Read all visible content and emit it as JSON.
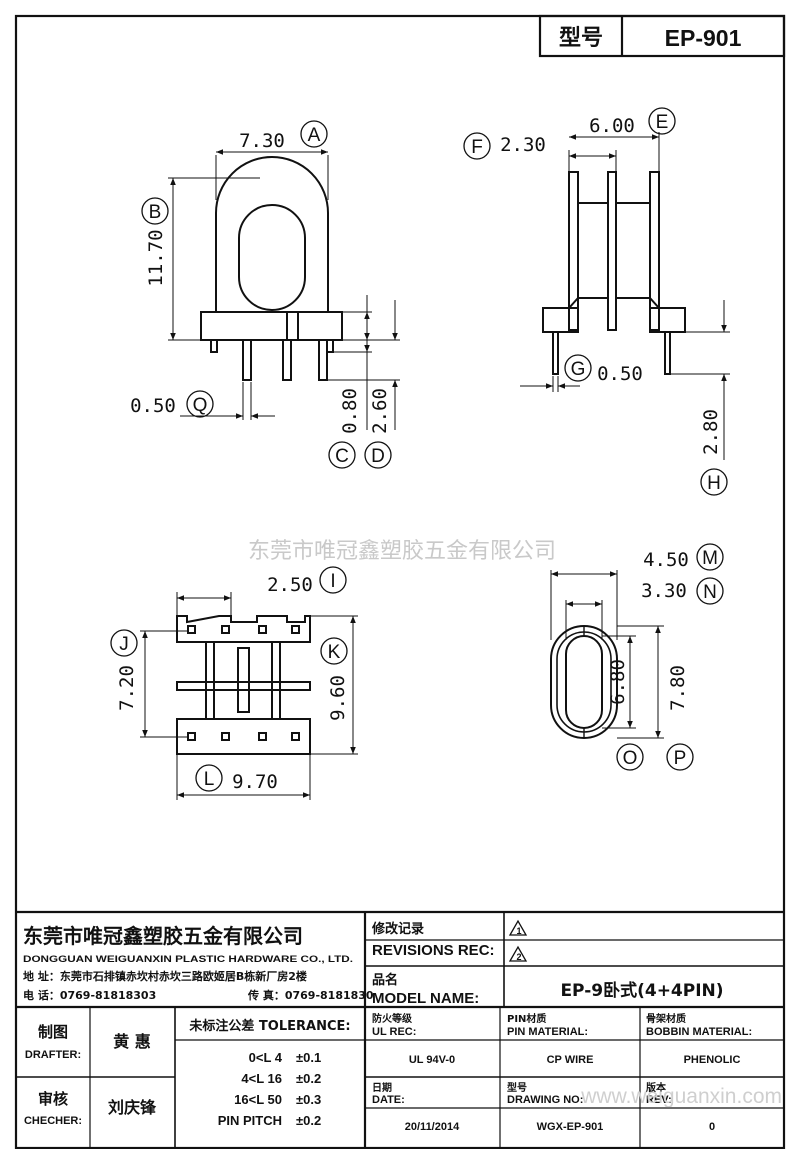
{
  "header": {
    "type_label": "型号",
    "type_value": "EP-901"
  },
  "dims": {
    "a": "7.30",
    "b": "11.70",
    "c": "0.80",
    "d": "2.60",
    "q": "0.50",
    "e": "6.00",
    "f": "2.30",
    "g": "0.50",
    "h": "2.80",
    "i": "2.50",
    "j": "7.20",
    "k": "9.60",
    "l": "9.70",
    "m": "4.50",
    "n": "3.30",
    "o": "6.80",
    "p": "7.80"
  },
  "bubbles": {
    "a": "A",
    "b": "B",
    "c": "C",
    "d": "D",
    "e": "E",
    "f": "F",
    "g": "G",
    "h": "H",
    "i": "I",
    "j": "J",
    "k": "K",
    "l": "L",
    "m": "M",
    "n": "N",
    "o": "O",
    "p": "P",
    "q": "Q"
  },
  "watermark": "东莞市唯冠鑫塑胶五金有限公司",
  "watermark_url": "www.weiguanxin.com",
  "title_block": {
    "company_cn": "东莞市唯冠鑫塑胶五金有限公司",
    "company_en": "DONGGUAN WEIGUANXIN PLASTIC HARDWARE CO., LTD.",
    "address": "地 址：东莞市石排镇赤坎村赤坎三路欧姬居B栋新厂房2楼",
    "phone": "电 话：0769-81818303",
    "fax": "传 真：0769-8181830",
    "rev_cn": "修改记录",
    "rev_en": "REVISIONS REC:",
    "rev1": "1",
    "rev2": "2",
    "model_cn": "品名",
    "model_en": "MODEL NAME:",
    "model_value": "EP-9卧式(4+4PIN)",
    "drafter_cn": "制图",
    "drafter_en": "DRAFTER:",
    "drafter_name": "黄  惠",
    "checker_cn": "审核",
    "checker_en": "CHECHER:",
    "checker_name": "刘庆锋",
    "tol_title": "未标注公差 TOLERANCE:",
    "tol_rows": [
      {
        "range": "0<L  4",
        "value": "±0.1"
      },
      {
        "range": "4<L  16",
        "value": "±0.2"
      },
      {
        "range": "16<L  50",
        "value": "±0.3"
      },
      {
        "range": "PIN PITCH",
        "value": "±0.2"
      }
    ],
    "ul_cn": "防火等级",
    "ul_en": "UL REC:",
    "ul_value": "UL 94V-0",
    "pin_cn": "PIN材质",
    "pin_en": "PIN MATERIAL:",
    "pin_value": "CP WIRE",
    "bobbin_cn": "骨架材质",
    "bobbin_en": "BOBBIN MATERIAL:",
    "bobbin_value": "PHENOLIC",
    "date_cn": "日期",
    "date_en": "DATE:",
    "date_value": "20/11/2014",
    "drawno_cn": "型号",
    "drawno_en": "DRAWING NO:",
    "drawno_value": "WGX-EP-901",
    "ver_cn": "版本",
    "ver_en": "REV:",
    "ver_value": "0"
  }
}
